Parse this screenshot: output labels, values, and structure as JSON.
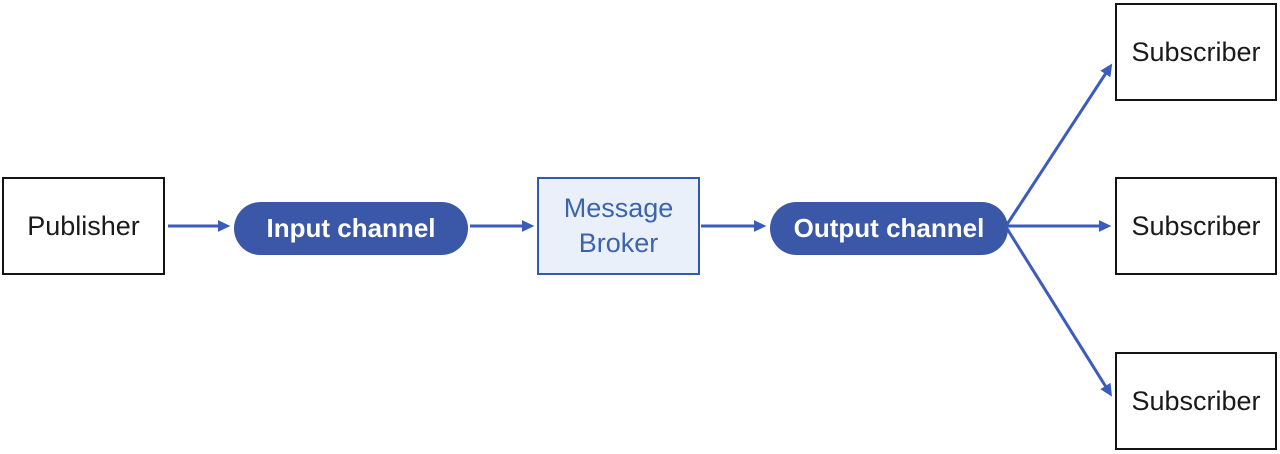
{
  "diagram": {
    "nodes": {
      "publisher": {
        "label": "Publisher"
      },
      "input_channel": {
        "label": "Input channel"
      },
      "message_broker": {
        "label": "Message Broker"
      },
      "output_channel": {
        "label": "Output channel"
      },
      "subscribers": [
        {
          "label": "Subscriber"
        },
        {
          "label": "Subscriber"
        },
        {
          "label": "Subscriber"
        }
      ]
    },
    "edges": [
      {
        "from": "publisher",
        "to": "input_channel"
      },
      {
        "from": "input_channel",
        "to": "message_broker"
      },
      {
        "from": "message_broker",
        "to": "output_channel"
      },
      {
        "from": "output_channel",
        "to": "subscriber_top"
      },
      {
        "from": "output_channel",
        "to": "subscriber_middle"
      },
      {
        "from": "output_channel",
        "to": "subscriber_bottom"
      }
    ],
    "colors": {
      "background": "#FFFFFF",
      "pill_fill": "#3A57A8",
      "arrow": "#3B5CBC",
      "broker_fill": "#E9F0F9",
      "broker_border": "#2E5BB1",
      "broker_text": "#3C63AE",
      "box_border": "#141414"
    }
  }
}
